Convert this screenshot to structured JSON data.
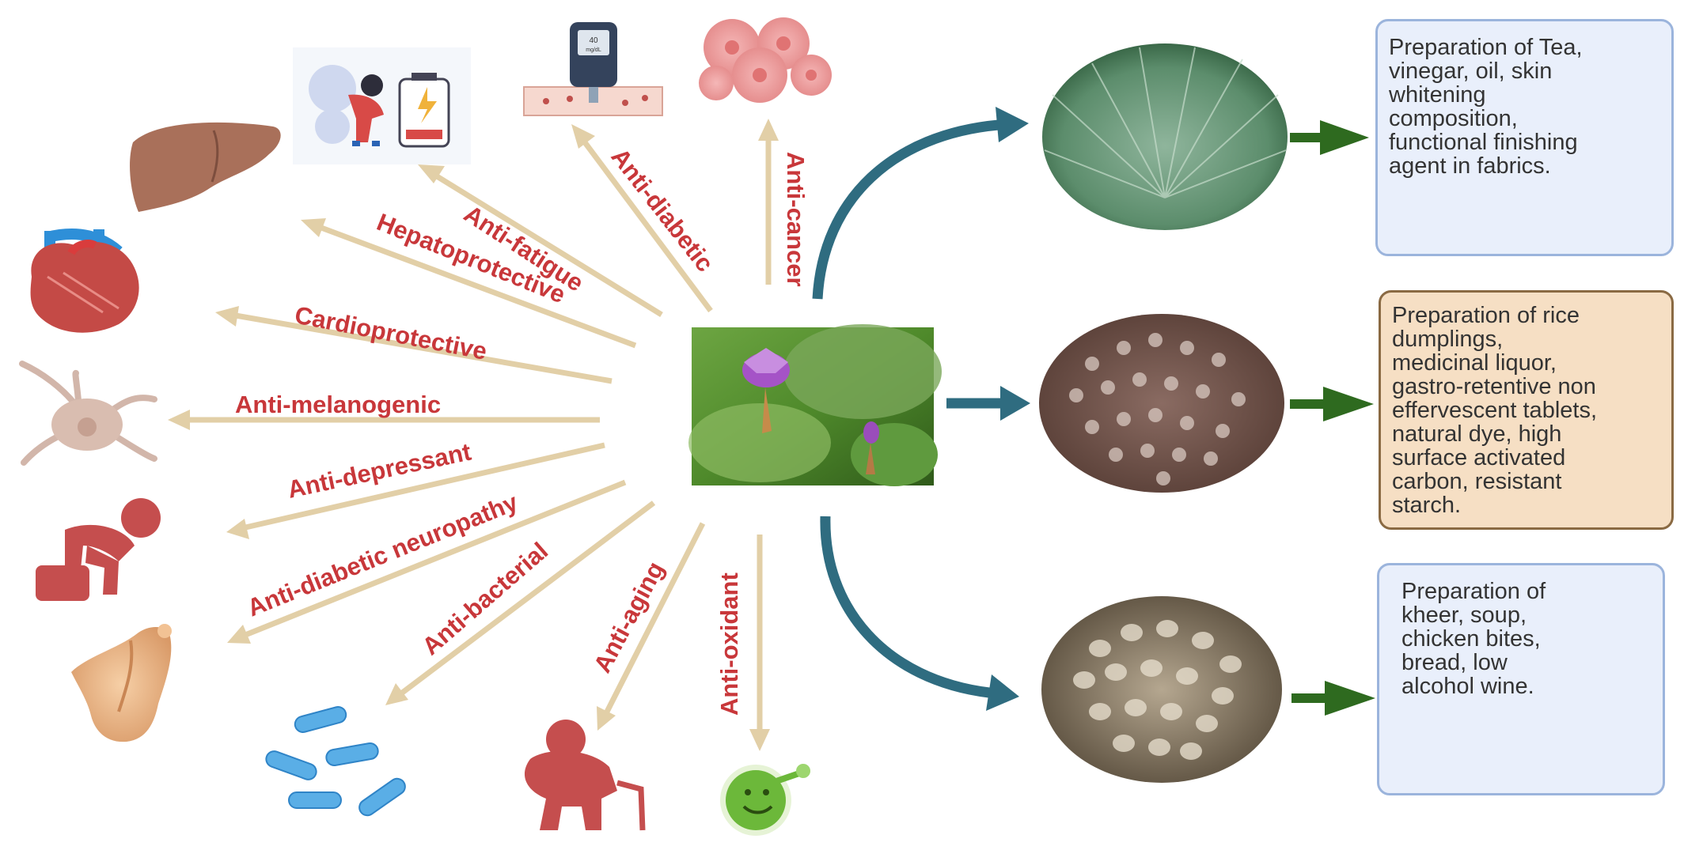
{
  "activities": [
    {
      "id": "anti-fatigue",
      "label": "Anti-fatigue"
    },
    {
      "id": "anti-diabetic",
      "label": "Anti-diabetic"
    },
    {
      "id": "anti-cancer",
      "label": "Anti-cancer"
    },
    {
      "id": "hepatoprotective",
      "label": "Hepatoprotective"
    },
    {
      "id": "cardioprotective",
      "label": "Cardioprotective"
    },
    {
      "id": "anti-melanogenic",
      "label": "Anti-melanogenic"
    },
    {
      "id": "anti-depressant",
      "label": "Anti-depressant"
    },
    {
      "id": "anti-diabetic-neuropathy",
      "label": "Anti-diabetic neuropathy"
    },
    {
      "id": "anti-bacterial",
      "label": "Anti-bacterial"
    },
    {
      "id": "anti-aging",
      "label": "Anti-aging"
    },
    {
      "id": "anti-oxidant",
      "label": "Anti-oxidant"
    }
  ],
  "uses": {
    "leaf": "Preparation of Tea,\nvinegar, oil, skin\nwhitening\ncomposition,\nfunctional finishing\nagent in fabrics.",
    "seeds": "Preparation of rice\ndumplings,\nmedicinal liquor,\ngastro-retentive non\neffervescent tablets,\nnatural dye, high\nsurface activated\ncarbon, resistant\nstarch.",
    "popped": "Preparation of\nkheer, soup,\nchicken bites,\nbread, low\nalcohol wine."
  },
  "glucometer_display": {
    "value": "40",
    "unit": "mg/dL"
  },
  "colors": {
    "label_red": "#c8373a",
    "arrow_beige": "#e2cfa7",
    "teal_arrow": "#2f6c80",
    "green_arrow": "#2e6a1f",
    "box_blue_bg": "#e9effb",
    "box_blue_border": "#9bb4dc",
    "box_tan_bg": "#f6dfc4",
    "box_tan_border": "#8a6a43"
  }
}
